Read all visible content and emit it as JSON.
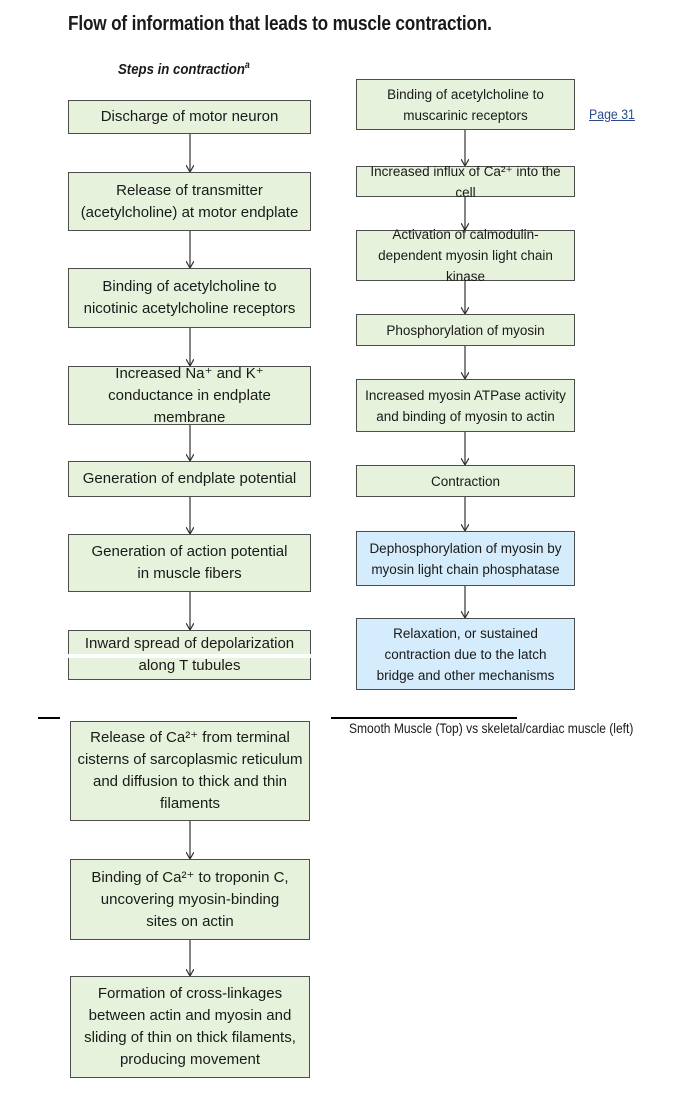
{
  "title": "Flow of information that leads to muscle contraction.",
  "subtitle": "Steps in contraction",
  "subtitle_footnote_mark": "a",
  "page_link": "Page 31",
  "caption": "Smooth Muscle (Top) vs skeletal/cardiac muscle (left)",
  "colors": {
    "green_box": "#e6f2dc",
    "blue_box": "#d4ecfb",
    "border": "#4d4d4d"
  },
  "skeletal_steps": [
    {
      "text": "Discharge of motor neuron"
    },
    {
      "text": "Release of transmitter (acetylcholine) at motor endplate"
    },
    {
      "text": "Binding of acetylcholine to nicotinic acetylcholine receptors"
    },
    {
      "text": "Increased Na⁺ and K⁺ conductance in endplate membrane"
    },
    {
      "text": "Generation of endplate potential"
    },
    {
      "text": "Generation of action potential in muscle fibers"
    },
    {
      "text": "Inward spread of depolarization along T tubules"
    },
    {
      "text": "Release of Ca²⁺ from terminal cisterns of sarcoplasmic reticulum and diffusion to thick and thin filaments"
    },
    {
      "text": "Binding of Ca²⁺ to troponin C, uncovering myosin-binding sites on actin"
    },
    {
      "text": "Formation of cross-linkages between actin and myosin and sliding of thin on thick filaments, producing movement"
    }
  ],
  "smooth_steps": [
    {
      "text": "Binding of acetylcholine to muscarinic receptors"
    },
    {
      "text": "Increased influx of Ca²⁺ into the cell"
    },
    {
      "text": "Activation of calmodulin-dependent myosin light chain kinase"
    },
    {
      "text": "Phosphorylation of myosin"
    },
    {
      "text": "Increased myosin ATPase activity and binding of myosin to actin"
    },
    {
      "text": "Contraction"
    },
    {
      "text": "Dephosphorylation of myosin by myosin light chain phosphatase"
    },
    {
      "text": "Relaxation, or sustained contraction due to the latch bridge and other mechanisms"
    }
  ]
}
